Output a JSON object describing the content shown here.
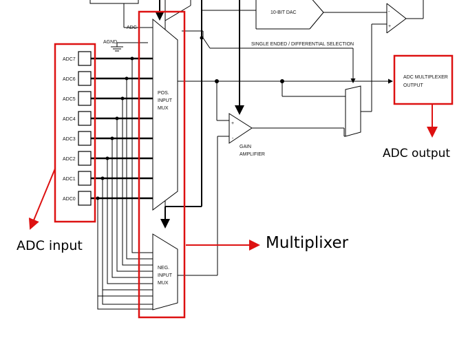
{
  "channels": [
    "ADC7",
    "ADC6",
    "ADC5",
    "ADC4",
    "ADC3",
    "ADC2",
    "ADC1",
    "ADC0"
  ],
  "labels": {
    "agnd": "AGND",
    "adc_top": "ADC",
    "dac": "10-BIT DAC",
    "selection": "SINGLE ENDED / DIFFERENTIAL SELECTION",
    "pos_mux": [
      "POS.",
      "INPUT",
      "MUX"
    ],
    "neg_mux": [
      "NEG.",
      "INPUT",
      "MUX"
    ],
    "gain_amp": [
      "GAIN",
      "AMPLIFIER"
    ],
    "amux_output": [
      "ADC MULTIPLEXER",
      "OUTPUT"
    ],
    "plus": "+",
    "minus": "-"
  },
  "annotations": {
    "adc_input": "ADC input",
    "multiplixer": "Multiplixer",
    "adc_output": "ADC output"
  },
  "colors": {
    "highlight": "#dd1111",
    "line": "#000000"
  }
}
